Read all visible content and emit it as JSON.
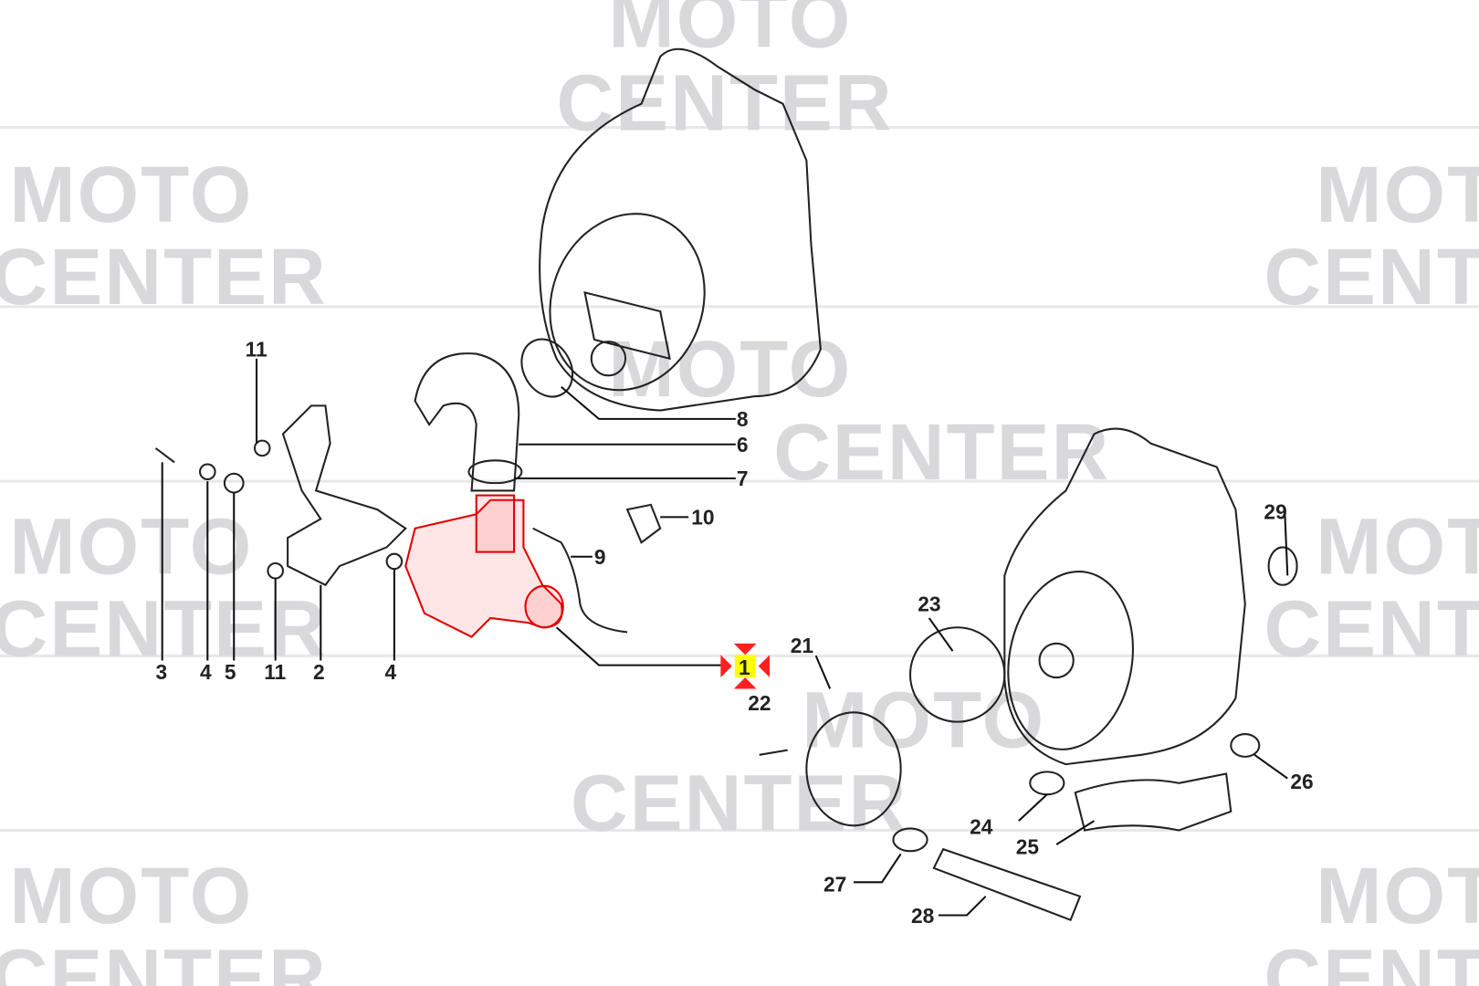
{
  "watermark": {
    "line1": "MOTO",
    "line2": "CENTER"
  },
  "highlight_color": "#ff2020",
  "selected_part": "1",
  "callouts": [
    {
      "id": "c11a",
      "label": "11"
    },
    {
      "id": "c3",
      "label": "3"
    },
    {
      "id": "c4a",
      "label": "4"
    },
    {
      "id": "c5",
      "label": "5"
    },
    {
      "id": "c11b",
      "label": "11"
    },
    {
      "id": "c2",
      "label": "2"
    },
    {
      "id": "c4b",
      "label": "4"
    },
    {
      "id": "c8",
      "label": "8"
    },
    {
      "id": "c6",
      "label": "6"
    },
    {
      "id": "c7",
      "label": "7"
    },
    {
      "id": "c10",
      "label": "10"
    },
    {
      "id": "c9",
      "label": "9"
    },
    {
      "id": "c1",
      "label": "1"
    },
    {
      "id": "c22",
      "label": "22"
    },
    {
      "id": "c21",
      "label": "21"
    },
    {
      "id": "c23",
      "label": "23"
    },
    {
      "id": "c29",
      "label": "29"
    },
    {
      "id": "c26",
      "label": "26"
    },
    {
      "id": "c24",
      "label": "24"
    },
    {
      "id": "c25",
      "label": "25"
    },
    {
      "id": "c27",
      "label": "27"
    },
    {
      "id": "c28",
      "label": "28"
    }
  ]
}
